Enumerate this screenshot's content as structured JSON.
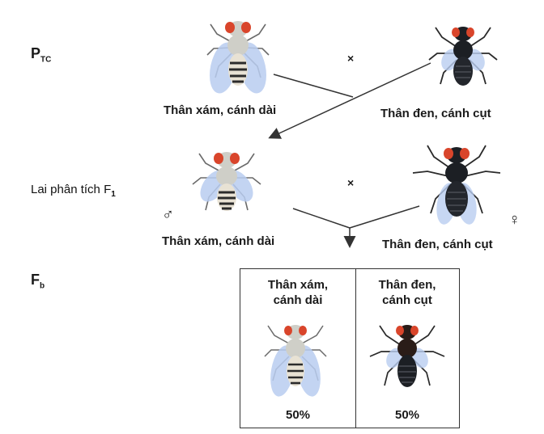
{
  "generations": {
    "p": "P",
    "p_sub": "TC",
    "f1_label": "Lai phân tích F",
    "f1_sub": "1",
    "fb": "F",
    "fb_sub": "b"
  },
  "cross_symbol": "×",
  "male_symbol": "♂",
  "female_symbol": "♀",
  "parents": {
    "left_label": "Thân xám, cánh dài",
    "right_label": "Thân đen, cánh cụt"
  },
  "f1_row": {
    "left_label": "Thân xám, cánh dài",
    "right_label": "Thân đen, cánh cụt"
  },
  "offspring_table": {
    "cells": [
      {
        "line1": "Thân xám,",
        "line2": "cánh dài",
        "percent": "50%"
      },
      {
        "line1": "Thân đen,",
        "line2": "cánh cụt",
        "percent": "50%"
      }
    ]
  },
  "colors": {
    "gray_body": "#cfcfc8",
    "gray_abdomen": "#e8e2d4",
    "stripe": "#2b2b2b",
    "black_body": "#1c1f24",
    "eye": "#d9452b",
    "wing": "#b9cdf0",
    "line": "#333333"
  }
}
